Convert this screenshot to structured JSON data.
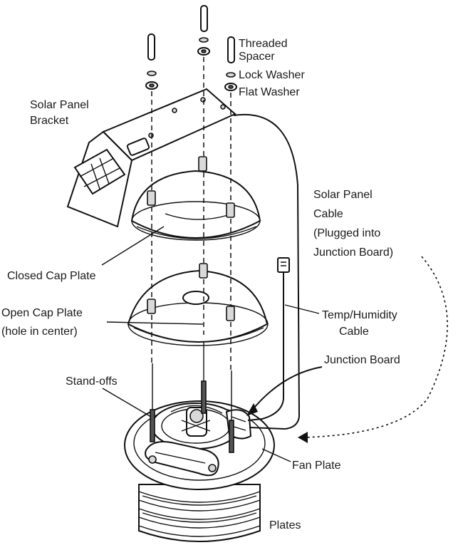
{
  "labels": {
    "threaded_spacer_1": "Threaded",
    "threaded_spacer_2": "Spacer",
    "lock_washer": "Lock Washer",
    "flat_washer": "Flat Washer",
    "solar_panel_bracket_1": "Solar Panel",
    "solar_panel_bracket_2": "Bracket",
    "solar_panel_cable_1": "Solar Panel",
    "solar_panel_cable_2": "Cable",
    "solar_panel_cable_3": "(Plugged into",
    "solar_panel_cable_4": "Junction Board)",
    "closed_cap_plate": "Closed Cap Plate",
    "open_cap_plate_1": "Open Cap Plate",
    "open_cap_plate_2": "(hole in center)",
    "temp_humidity_cable_1": "Temp/Humidity",
    "temp_humidity_cable_2": "Cable",
    "junction_board": "Junction Board",
    "stand_offs": "Stand-offs",
    "fan_plate": "Fan Plate",
    "plates": "Plates"
  }
}
